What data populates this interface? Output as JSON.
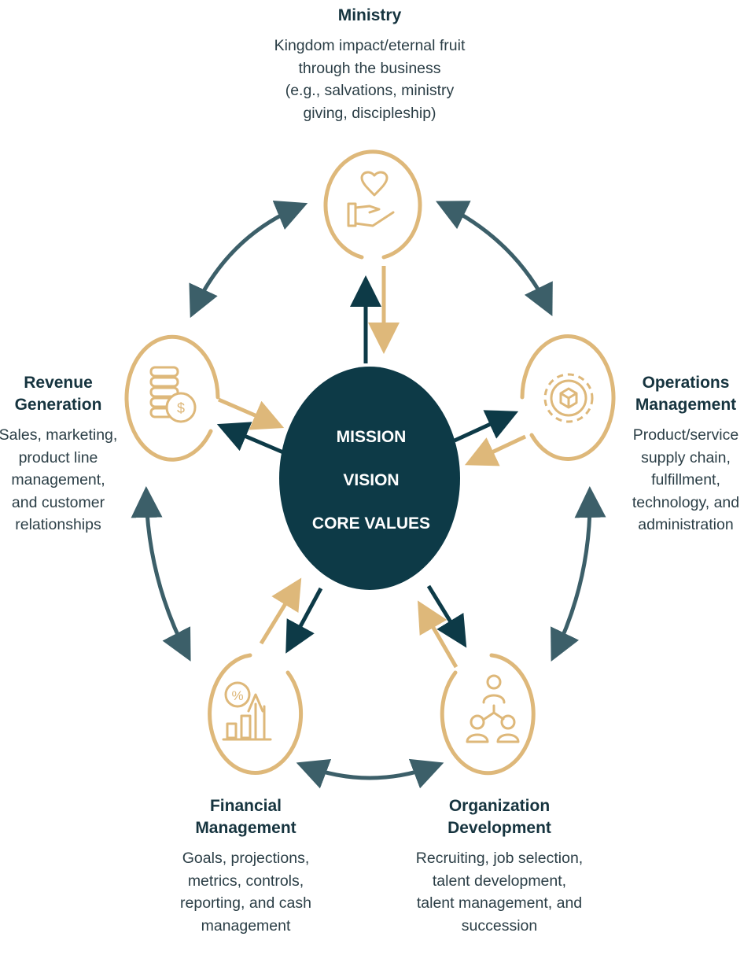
{
  "center": {
    "line1": "MISSION",
    "line2": "VISION",
    "line3": "CORE VALUES"
  },
  "nodes": {
    "ministry": {
      "title": "Ministry",
      "desc": [
        "Kingdom impact/eternal fruit",
        "through the business",
        "(e.g., salvations, ministry",
        "giving, discipleship)"
      ],
      "icon": "heart-in-hand-icon"
    },
    "operations": {
      "title": [
        "Operations",
        "Management"
      ],
      "desc": [
        "Product/service",
        "supply chain,",
        "fulfillment,",
        "technology, and",
        "administration"
      ],
      "icon": "gear-box-icon"
    },
    "organization": {
      "title": [
        "Organization",
        "Development"
      ],
      "desc": [
        "Recruiting, job selection,",
        "talent development,",
        "talent management, and",
        "succession"
      ],
      "icon": "org-chart-people-icon"
    },
    "financial": {
      "title": [
        "Financial",
        "Management"
      ],
      "desc": [
        "Goals, projections,",
        "metrics, controls,",
        "reporting, and cash",
        "management"
      ],
      "icon": "percent-growth-chart-icon"
    },
    "revenue": {
      "title": [
        "Revenue",
        "Generation"
      ],
      "desc": [
        "Sales, marketing,",
        "product line",
        "management,",
        "and customer",
        "relationships"
      ],
      "icon": "coin-stack-icon"
    }
  },
  "colors": {
    "gold": "#deb87a",
    "navy": "#0d3a47",
    "teal": "#3c5f69",
    "text": "#16343f"
  }
}
